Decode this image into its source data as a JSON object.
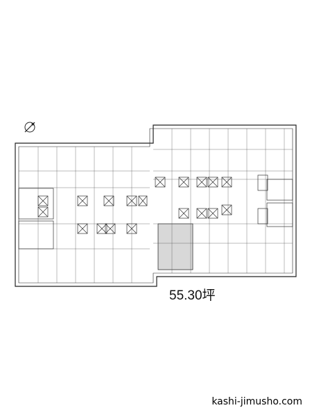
{
  "floor_plan": {
    "area_label": "55.30坪",
    "watermark": "kashi-jimusho.com",
    "north_symbol": "north-arrow",
    "colors": {
      "line": "#222222",
      "highlight": "#d6d6d6",
      "background": "#ffffff"
    }
  }
}
